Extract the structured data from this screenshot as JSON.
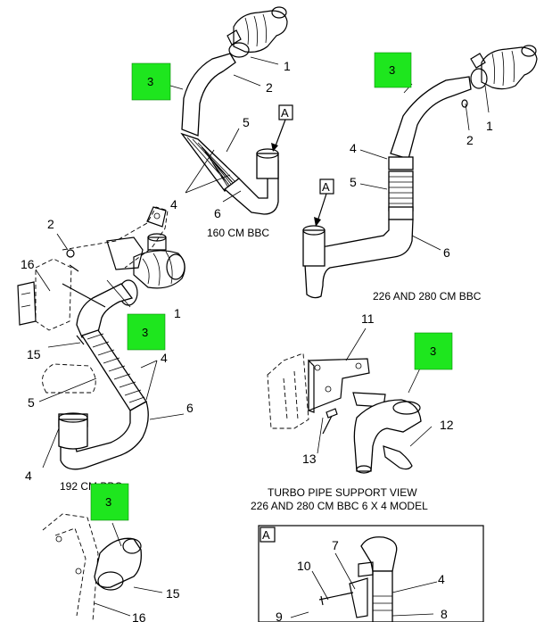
{
  "captions": {
    "view_160": "160 CM BBC",
    "view_226_280": "226 AND 280 CM BBC",
    "view_192": "192 CM BBC",
    "support_line1": "TURBO PIPE SUPPORT VIEW",
    "support_line2": "226 AND 280 CM BBC 6 X 4 MODEL"
  },
  "callout_label": "3",
  "callout_color": "#1ee61e",
  "reference_letter": "A",
  "part_numbers": {
    "n1": "1",
    "n2": "2",
    "n4": "4",
    "n5": "5",
    "n6": "6",
    "n7": "7",
    "n8": "8",
    "n9": "9",
    "n10": "10",
    "n11": "11",
    "n12": "12",
    "n13": "13",
    "n15": "15",
    "n16": "16"
  }
}
